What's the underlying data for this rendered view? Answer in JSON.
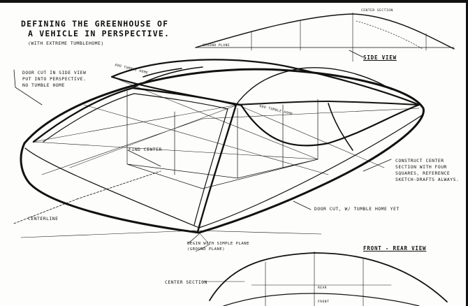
{
  "title": {
    "line1": "DEFINING THE GREENHOUSE OF",
    "line2": "A VEHICLE IN PERSPECTIVE.",
    "sub": "(WITH EXTREME TUMBLEHOME)"
  },
  "side_view": {
    "label": "SIDE VIEW",
    "center_section": "CENTER SECTION",
    "ground_plane": "GROUND PLANE"
  },
  "annotations": {
    "door_cut": "DOOR CUT IN SIDE VIEW\nPUT INTO PERSPECTIVE.\nNO TUMBLE HOME",
    "find_center": "FIND CENTER",
    "add_tumble_1": "ADD TUMBLE HOME",
    "add_tumble_2": "ADD TUMBLE HOME",
    "construct": "CONSTRUCT CENTER\nSECTION WITH FOUR\nSQUARES, REFERENCE\nSKETCH-DRAFTS ALWAYS.",
    "door_cut_tumble": "DOOR CUT, W/ TUMBLE HOME YET",
    "centerline": "CENTERLINE",
    "begin": "BEGIN WITH SIMPLE PLANE\n(GROUND PLANE)"
  },
  "front_rear_view": {
    "label": "FRONT - REAR VIEW",
    "center_section": "CENTER SECTION",
    "rear": "REAR",
    "front": "FRONT"
  },
  "ink_color": "#111111",
  "paper_color": "#fdfdfb"
}
